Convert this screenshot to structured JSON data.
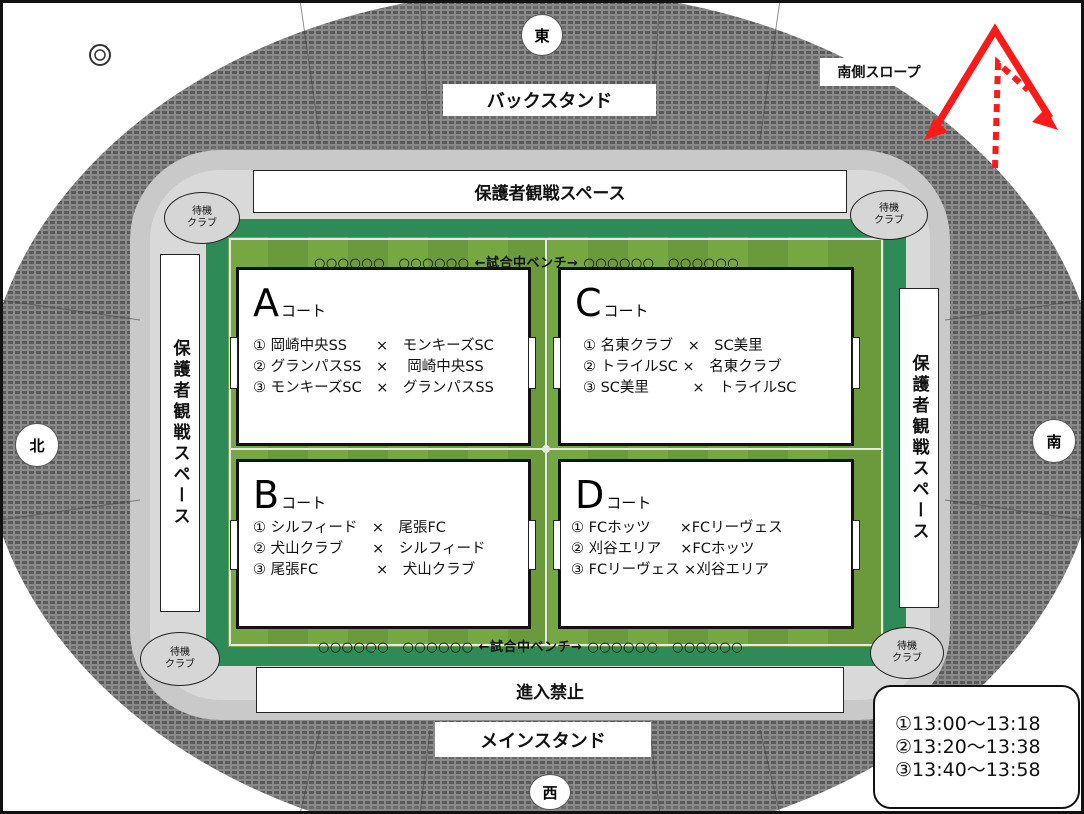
{
  "stands": {
    "east": "東",
    "west": "西",
    "north": "北",
    "south": "南",
    "back_stand": "バックスタンド",
    "main_stand": "メインスタンド",
    "south_slope": "南側スロープ"
  },
  "areas": {
    "guardian_top": "保護者観戦スペース",
    "guardian_left": "保護者観戦スペース",
    "guardian_right": "保護者観戦スペース",
    "no_entry": "進入禁止",
    "bench_top": "○○○○○○　○○○○○○ ←試合中ベンチ→ ○○○○○○　○○○○○○",
    "bench_bottom": "○○○○○○　○○○○○○ ←試合中ベンチ→ ○○○○○○　○○○○○○"
  },
  "waiting": {
    "line1": "待機",
    "line2": "クラブ"
  },
  "courts": {
    "A": {
      "letter": "A",
      "suffix": "コート",
      "matches": [
        "① 岡崎中央SS　　×　モンキーズSC",
        "② グランパスSS　×　 岡崎中央SS",
        "③ モンキーズSC　×　グランパスSS"
      ]
    },
    "B": {
      "letter": "B",
      "suffix": "コート",
      "matches": [
        "① シルフィード　×　尾張FC",
        "② 犬山クラブ　　×　シルフィード",
        "③ 尾張FC　　　　×　犬山クラブ"
      ]
    },
    "C": {
      "letter": "C",
      "suffix": "コート",
      "matches": [
        "① 名東クラブ　×　SC美里",
        "② トライルSC ×　名東クラブ",
        "③ SC美里　　　×　トライルSC"
      ]
    },
    "D": {
      "letter": "D",
      "suffix": "コート",
      "matches": [
        "① FCホッツ　　×FCリーヴェス",
        "② 刈谷エリア　 ×FCホッツ",
        "③ FCリーヴェス ×刈谷エリア"
      ]
    }
  },
  "schedule": {
    "slot1": "①13:00～13:18",
    "slot2": "②13:20～13:38",
    "slot3": "③13:40～13:58"
  },
  "colors": {
    "pitch_outer": "#2e8b57",
    "pitch_grass": "#6a9a3c",
    "seats": "#6b6b6b",
    "arrow": "#ff1a1a"
  }
}
